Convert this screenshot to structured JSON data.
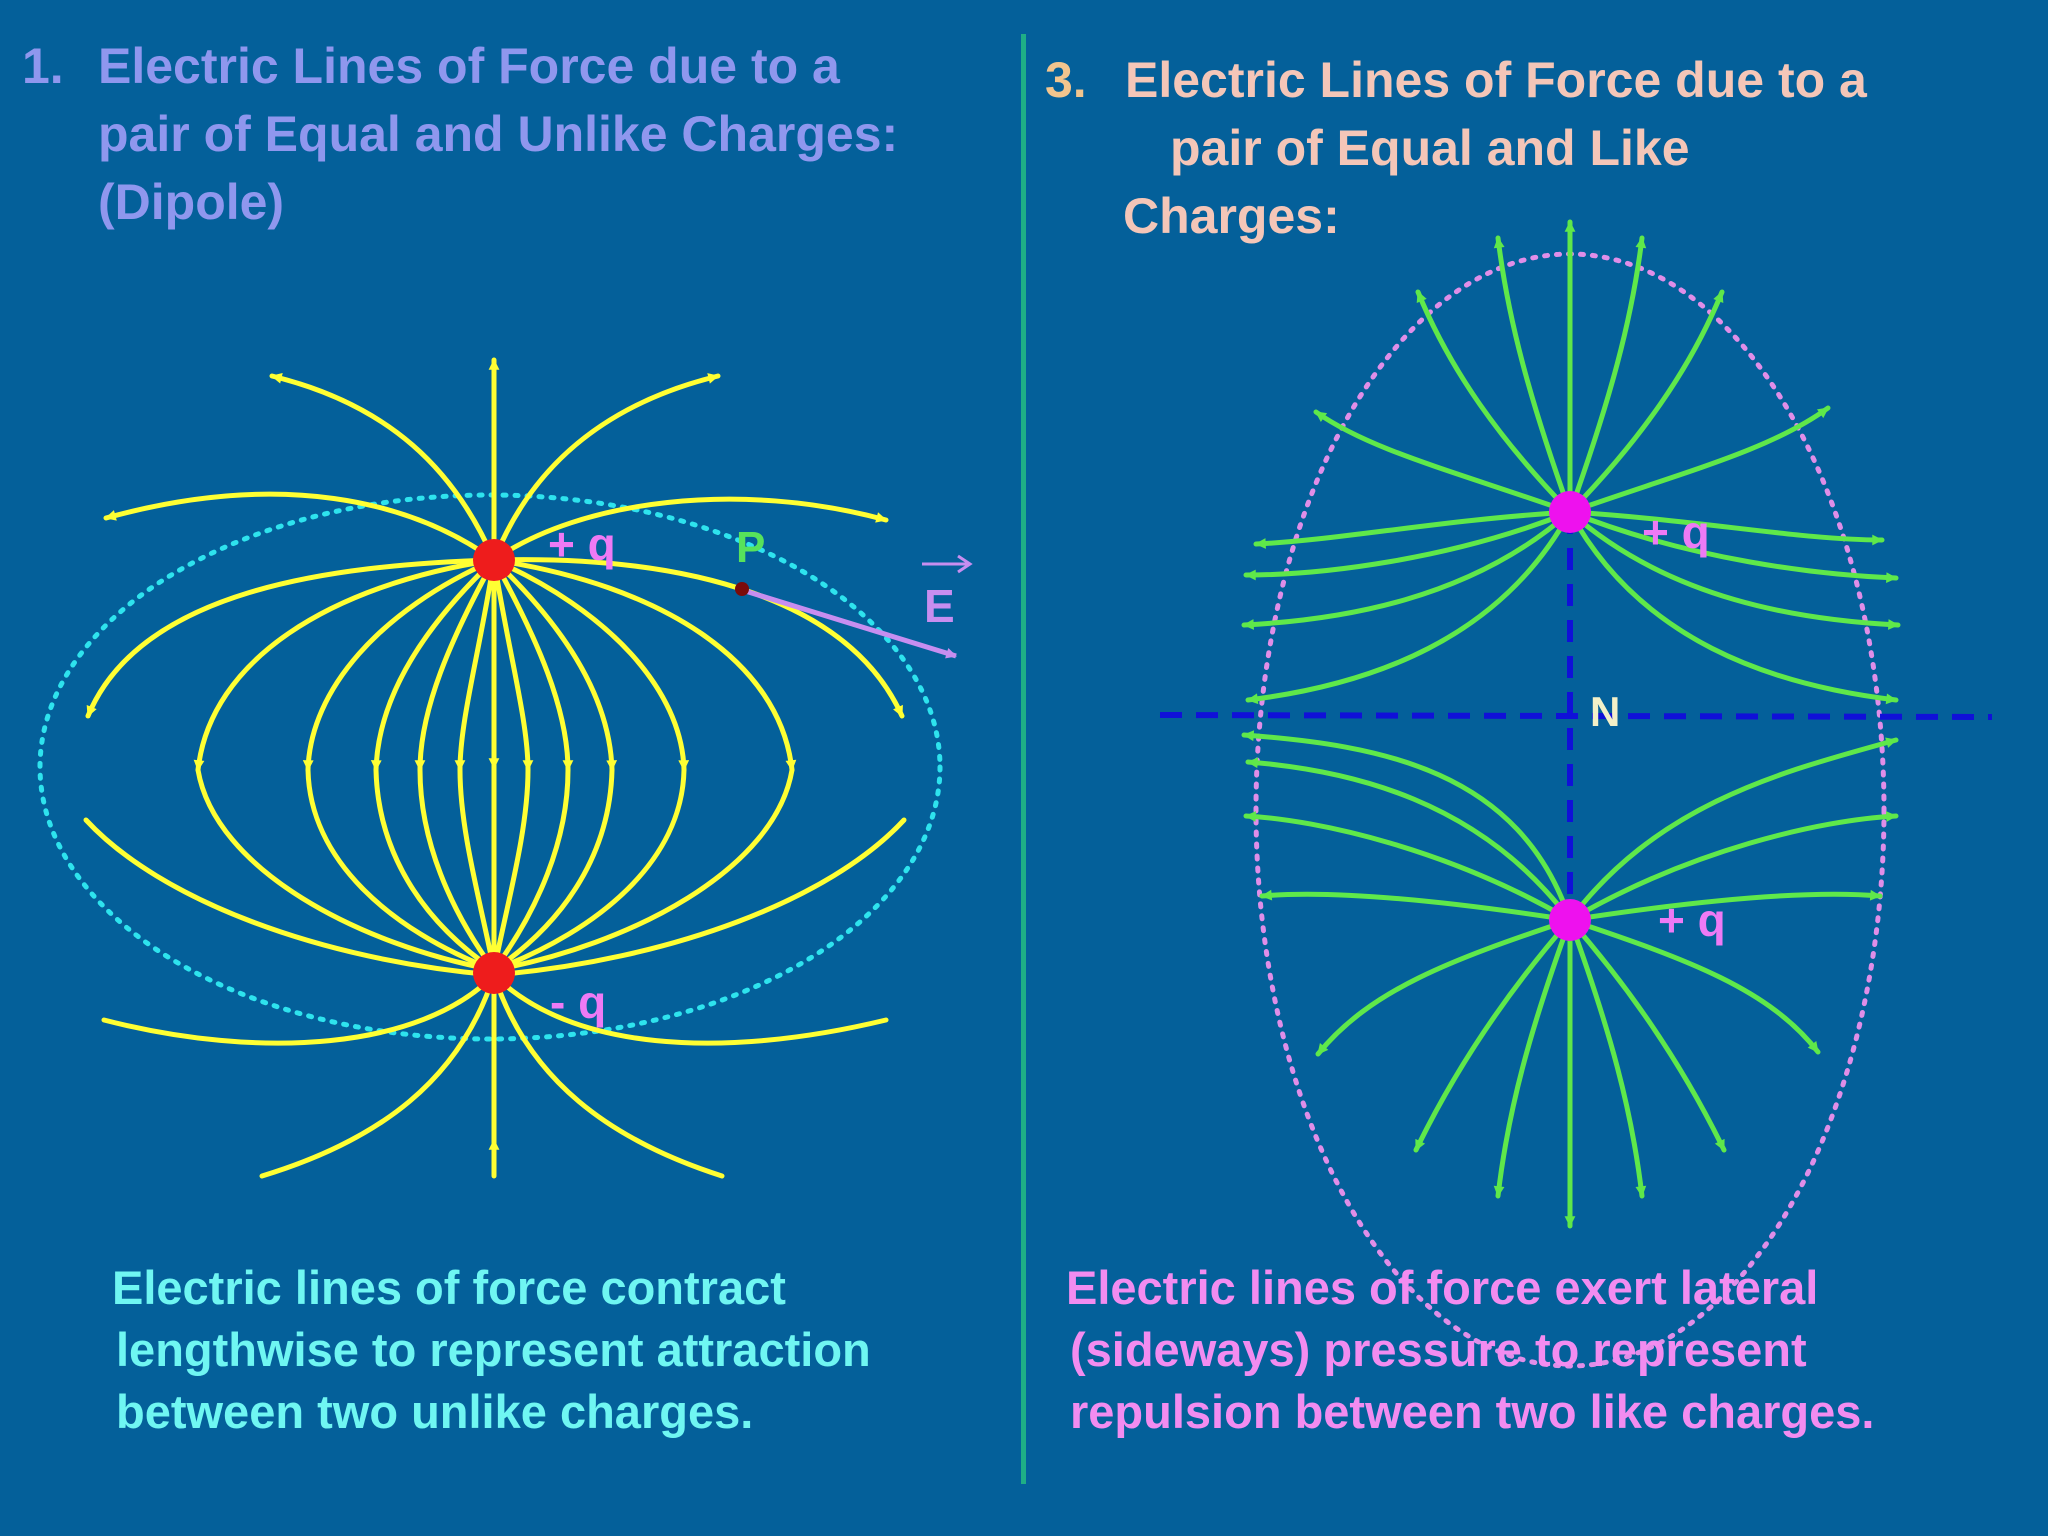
{
  "left_panel": {
    "number": "1.",
    "title_lines": [
      "Electric Lines of Force due to a",
      "pair of Equal and Unlike Charges:",
      "(Dipole)"
    ],
    "positive_charge_label": "+ q",
    "negative_charge_label": "- q",
    "point_label": "P",
    "field_vector_label": "E",
    "caption_lines": [
      "Electric lines of force contract",
      "lengthwise to represent attraction",
      "between two unlike charges."
    ]
  },
  "right_panel": {
    "number": "3.",
    "title_lines": [
      "Electric Lines of Force due to a",
      "pair of Equal and Like",
      "Charges:"
    ],
    "upper_charge_label": "+ q",
    "lower_charge_label": "+ q",
    "neutral_point_label": "N",
    "caption_lines": [
      "Electric lines of force exert lateral",
      "(sideways) pressure to represent",
      "repulsion between two like charges."
    ]
  },
  "colors": {
    "background": "#04609a",
    "dipole_field_lines": "#ffff33",
    "like_charge_field_lines": "#5fe84a",
    "unlike_charges": "#ee1c1c",
    "like_charges": "#ee11ee",
    "divider": "#1fae86"
  }
}
